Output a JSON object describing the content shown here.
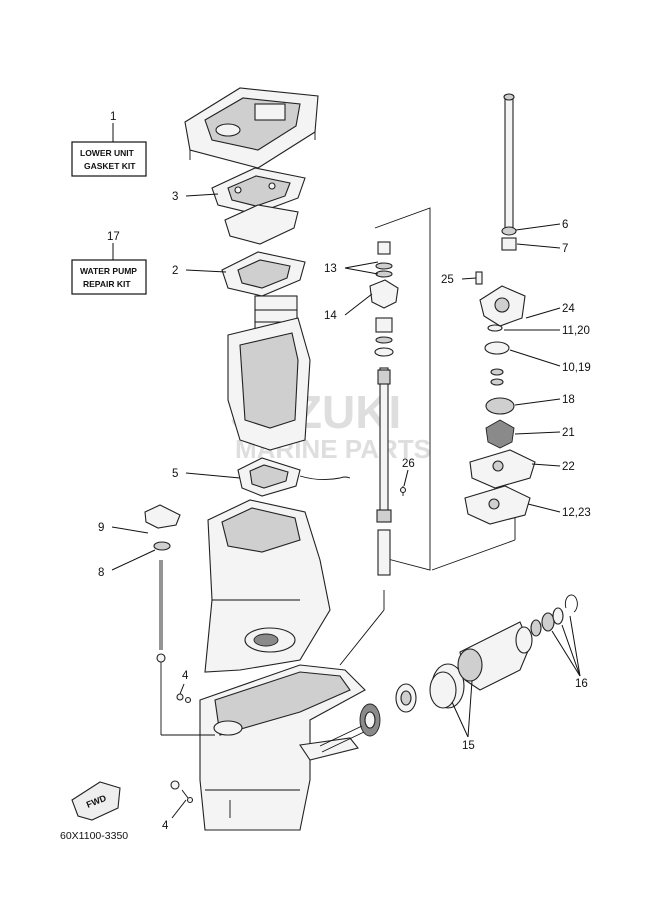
{
  "kits": {
    "lower_unit": {
      "number": "1",
      "line1": "LOWER UNIT",
      "line2": "GASKET KIT"
    },
    "water_pump": {
      "number": "17",
      "line1": "WATER PUMP",
      "line2": "REPAIR KIT"
    }
  },
  "callouts": {
    "c2": "2",
    "c3": "3",
    "c4a": "4",
    "c4b": "4",
    "c5": "5",
    "c6": "6",
    "c7": "7",
    "c8": "8",
    "c9": "9",
    "c10_19": "10,19",
    "c11_20": "11,20",
    "c12_23": "12,23",
    "c13": "13",
    "c14": "14",
    "c15": "15",
    "c16": "16",
    "c18": "18",
    "c21": "21",
    "c22": "22",
    "c24": "24",
    "c25": "25",
    "c26": "26"
  },
  "watermark": {
    "brand": "SUZUKI",
    "subtitle": "MARINE PARTS"
  },
  "fwd_label": "FWD",
  "drawing_code": "60X1100-3350"
}
